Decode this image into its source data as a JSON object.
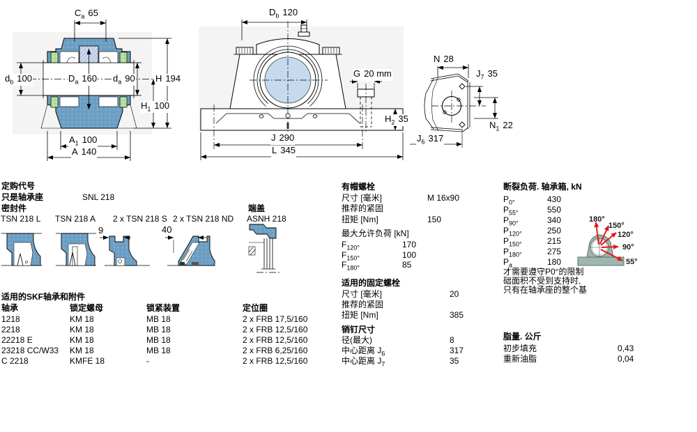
{
  "colors": {
    "housing_blue": "#6d9ec7",
    "seal_green": "#b6e096",
    "bearing_fill": "#ccd9ec",
    "bore_blue": "#c7d9ef",
    "load_housing_teal": "#9fb6ad",
    "arrow_red": "#e0191f",
    "drawing_bg": "#f4f4f4"
  },
  "dims": {
    "left": [
      {
        "base": "C",
        "sub": "a",
        "value": "65"
      },
      {
        "base": "H",
        "sub": "",
        "value": "194"
      },
      {
        "base": "d",
        "sub": "b",
        "value": "100"
      },
      {
        "base": "D",
        "sub": "a",
        "value": "160"
      },
      {
        "base": "d",
        "sub": "a",
        "value": "90"
      },
      {
        "base": "H",
        "sub": "1",
        "value": "100"
      },
      {
        "base": "A",
        "sub": "1",
        "value": "100"
      },
      {
        "base": "A",
        "sub": "",
        "value": "140"
      }
    ],
    "middle": [
      {
        "base": "D",
        "sub": "b",
        "value": "120"
      },
      {
        "base": "G",
        "sub": "",
        "value": "20 mm"
      },
      {
        "base": "H",
        "sub": "2",
        "value": "35"
      },
      {
        "base": "J",
        "sub": "",
        "value": "290"
      },
      {
        "base": "L",
        "sub": "",
        "value": "345"
      }
    ],
    "right": [
      {
        "base": "N",
        "sub": "",
        "value": "28"
      },
      {
        "base": "J",
        "sub": "7",
        "value": "35"
      },
      {
        "base": "N",
        "sub": "1",
        "value": "22"
      },
      {
        "base": "J",
        "sub": "6",
        "value": "317"
      }
    ],
    "seal_s_dim": "9",
    "seal_nd_dim": "40"
  },
  "ordering": {
    "title": "定购代号",
    "housing_only_label": "只是轴承座",
    "housing_only_value": "SNL 218",
    "seals_label": "密封件",
    "end_cover_label": "端盖",
    "seal_items": [
      "TSN 218 L",
      "TSN 218 A",
      "2 x TSN 218 S",
      "2 x TSN 218 ND"
    ],
    "end_cover_value": "ASNH 218"
  },
  "bearings_table": {
    "title": "适用的SKF轴承和附件",
    "headers": [
      "轴承",
      "锁定螺母",
      "锁紧装置",
      "定位圈"
    ],
    "rows": [
      [
        "1218",
        "KM 18",
        "MB 18",
        "2 x FRB 17,5/160"
      ],
      [
        "2218",
        "KM 18",
        "MB 18",
        "2 x FRB 12,5/160"
      ],
      [
        "22218 E",
        "KM 18",
        "MB 18",
        "2 x FRB 12,5/160"
      ],
      [
        "23218 CC/W33",
        "KM 18",
        "MB 18",
        "2 x FRB 6,25/160"
      ],
      [
        "C 2218",
        "KMFE 18",
        "-",
        "2 x FRB 12,5/160"
      ]
    ]
  },
  "cap_bolts": {
    "title": "有帽螺栓",
    "size_label": "尺寸 [毫米]",
    "size_value": "M 16x90",
    "tightening_label": "推荐的紧固",
    "torque_label": "扭矩 [Nm]",
    "torque_value": "150",
    "max_load_title": "最大允许负荷 [kN]",
    "loads": [
      {
        "base": "F",
        "sub": "120°",
        "value": "170"
      },
      {
        "base": "F",
        "sub": "150°",
        "value": "100"
      },
      {
        "base": "F",
        "sub": "180°",
        "value": "85"
      }
    ]
  },
  "fixing_bolts": {
    "title": "适用的固定螺栓",
    "size_label": "尺寸 [毫米]",
    "size_value": "20",
    "tightening_label": "推荐的紧固",
    "torque_label": "扭矩 [Nm]",
    "torque_value": "385"
  },
  "pins": {
    "title": "销钉尺寸",
    "rows": [
      {
        "label": "径(最大)",
        "sub": "",
        "value": "8"
      },
      {
        "label": "中心距离 J",
        "sub": "6",
        "value": "317"
      },
      {
        "label": "中心距离 J",
        "sub": "7",
        "value": "35"
      }
    ]
  },
  "breaking_loads": {
    "title": "断裂负荷. 轴承箱, kN",
    "rows": [
      {
        "base": "P",
        "sub": "0°",
        "value": "430"
      },
      {
        "base": "P",
        "sub": "55°",
        "value": "550"
      },
      {
        "base": "P",
        "sub": "90°",
        "value": "340"
      },
      {
        "base": "P",
        "sub": "120°",
        "value": "250"
      },
      {
        "base": "P",
        "sub": "150°",
        "value": "215"
      },
      {
        "base": "P",
        "sub": "180°",
        "value": "275"
      },
      {
        "base": "P",
        "sub": "a",
        "value": "180"
      }
    ],
    "notes": [
      "才需要遵守P0°的限制",
      "础面积不受到支持时,",
      "只有在轴承座的整个基"
    ],
    "angles": [
      "180°",
      "150°",
      "120°",
      "90°",
      "55°"
    ]
  },
  "grease": {
    "title": "脂量. 公斤",
    "rows": [
      {
        "label": "初步填充",
        "value": "0,43"
      },
      {
        "label": "重新油脂",
        "value": "0,04"
      }
    ]
  }
}
